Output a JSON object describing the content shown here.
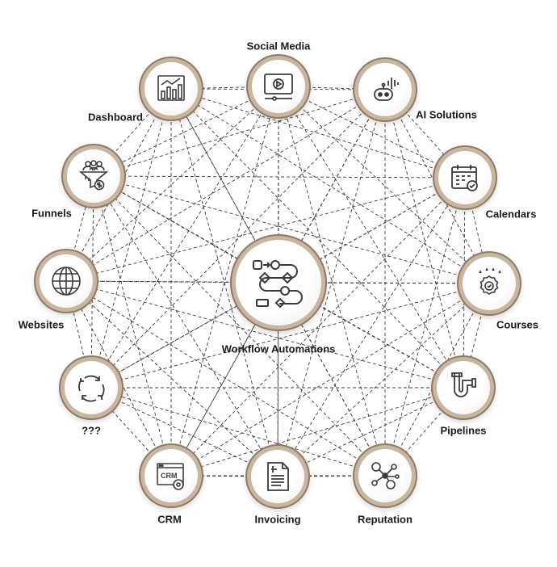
{
  "center": {
    "label": "Workflow Automations",
    "icon": "workflow-icon"
  },
  "nodes": [
    {
      "id": "social-media",
      "label": "Social Media",
      "icon": "video-player-icon"
    },
    {
      "id": "ai-solutions",
      "label": "AI Solutions",
      "icon": "robot-icon"
    },
    {
      "id": "calendars",
      "label": "Calendars",
      "icon": "calendar-icon"
    },
    {
      "id": "courses",
      "label": "Courses",
      "icon": "badge-icon"
    },
    {
      "id": "pipelines",
      "label": "Pipelines",
      "icon": "pipe-icon"
    },
    {
      "id": "reputation",
      "label": "Reputation",
      "icon": "network-icon"
    },
    {
      "id": "invoicing",
      "label": "Invoicing",
      "icon": "invoice-icon"
    },
    {
      "id": "crm",
      "label": "CRM",
      "icon": "crm-window-icon"
    },
    {
      "id": "unknown",
      "label": "???",
      "icon": "cycle-arrows-icon"
    },
    {
      "id": "websites",
      "label": "Websites",
      "icon": "globe-icon"
    },
    {
      "id": "funnels",
      "label": "Funnels",
      "icon": "funnel-icon"
    },
    {
      "id": "dashboard",
      "label": "Dashboard",
      "icon": "dashboard-icon"
    }
  ],
  "icon_text": {
    "crm": "CRM"
  },
  "colors": {
    "line": "#3a3a3a",
    "ring": "#c8b6a1",
    "ring_dark": "#8f7a64",
    "icon": "#3a3a3a"
  }
}
